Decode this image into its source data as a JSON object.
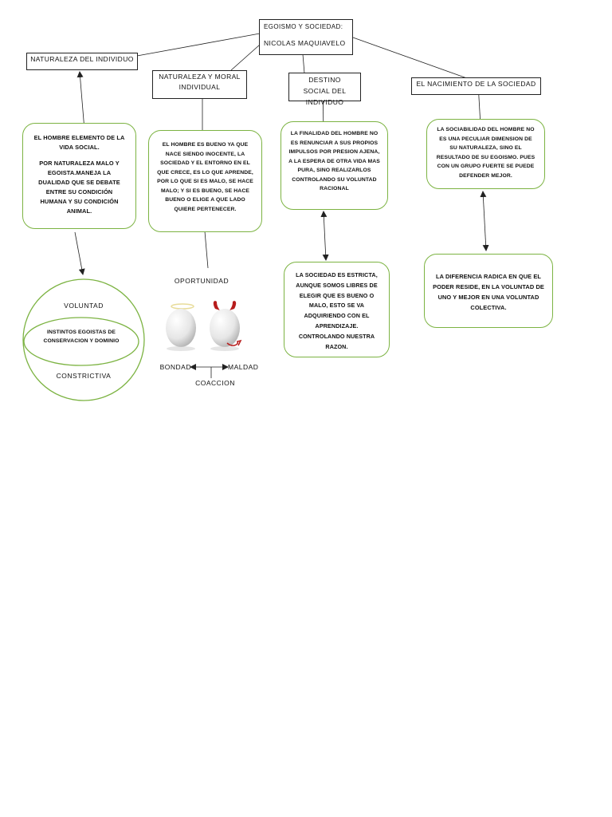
{
  "title": {
    "line1": "EGOISMO Y SOCIEDAD:",
    "line2": "NICOLAS MAQUIAVELO"
  },
  "headers": {
    "naturaleza": "NATURALEZA DEL INDIVIDUO",
    "moral": "NATURALEZA Y MORAL INDIVIDUAL",
    "destino": "DESTINO SOCIAL DEL INDIVIDUO",
    "nacimiento": "EL NACIMIENTO DE LA SOCIEDAD"
  },
  "boxes": {
    "hombre_p1": "EL HOMBRE ELEMENTO DE LA VIDA SOCIAL.",
    "hombre_p2": "POR NATURALEZA MALO Y EGOISTA.MANEJA LA DUALIDAD QUE SE DEBATE ENTRE SU CONDICIÓN HUMANA Y SU CONDICIÓN ANIMAL.",
    "bueno": "EL HOMBRE ES BUENO YA QUE NACE SIENDO INOCENTE, LA SOCIEDAD Y EL ENTORNO EN EL QUE CRECE, ES LO QUE APRENDE, POR LO QUE SI ES MALO, SE HACE MALO; Y SI ES BUENO, SE HACE BUENO O ELIGE A QUE LADO QUIERE PERTENECER.",
    "finalidad": "LA FINALIDAD DEL HOMBRE NO ES RENUNCIAR A SUS PROPIOS IMPULSOS POR PRESION AJENA, A LA ESPERA DE OTRA VIDA MAS PURA, SINO REALIZARLOS CONTROLANDO SU VOLUNTAD RACIONAL",
    "sociabilidad": "LA SOCIABILIDAD DEL HOMBRE NO ES UNA PECULIAR DIMENSION DE SU NATURALEZA, SINO EL RESULTADO DE SU EGOISMO. PUES CON UN GRUPO FUERTE SE PUEDE DEFENDER MEJOR.",
    "estricta": "LA SOCIEDAD ES ESTRICTA, AUNQUE SOMOS LIBRES DE ELEGIR QUE ES BUENO O MALO, ESTO SE VA ADQUIRIENDO CON EL APRENDIZAJE. CONTROLANDO NUESTRA RAZON.",
    "diferencia": "LA DIFERENCIA RADICA EN QUE EL PODER RESIDE, EN LA VOLUNTAD DE UNO Y MEJOR EN UNA VOLUNTAD COLECTIVA."
  },
  "circle": {
    "voluntad": "VOLUNTAD",
    "instintos": "INSTINTOS EGOISTAS DE CONSERVACION Y DOMINIO",
    "constrictiva": "CONSTRICTIVA"
  },
  "eggs": {
    "oportunidad": "OPORTUNIDAD",
    "bondad": "BONDAD",
    "maldad": "MALDAD",
    "coaccion": "COACCION"
  },
  "colors": {
    "green_border": "#7cb342",
    "line": "#222222"
  }
}
